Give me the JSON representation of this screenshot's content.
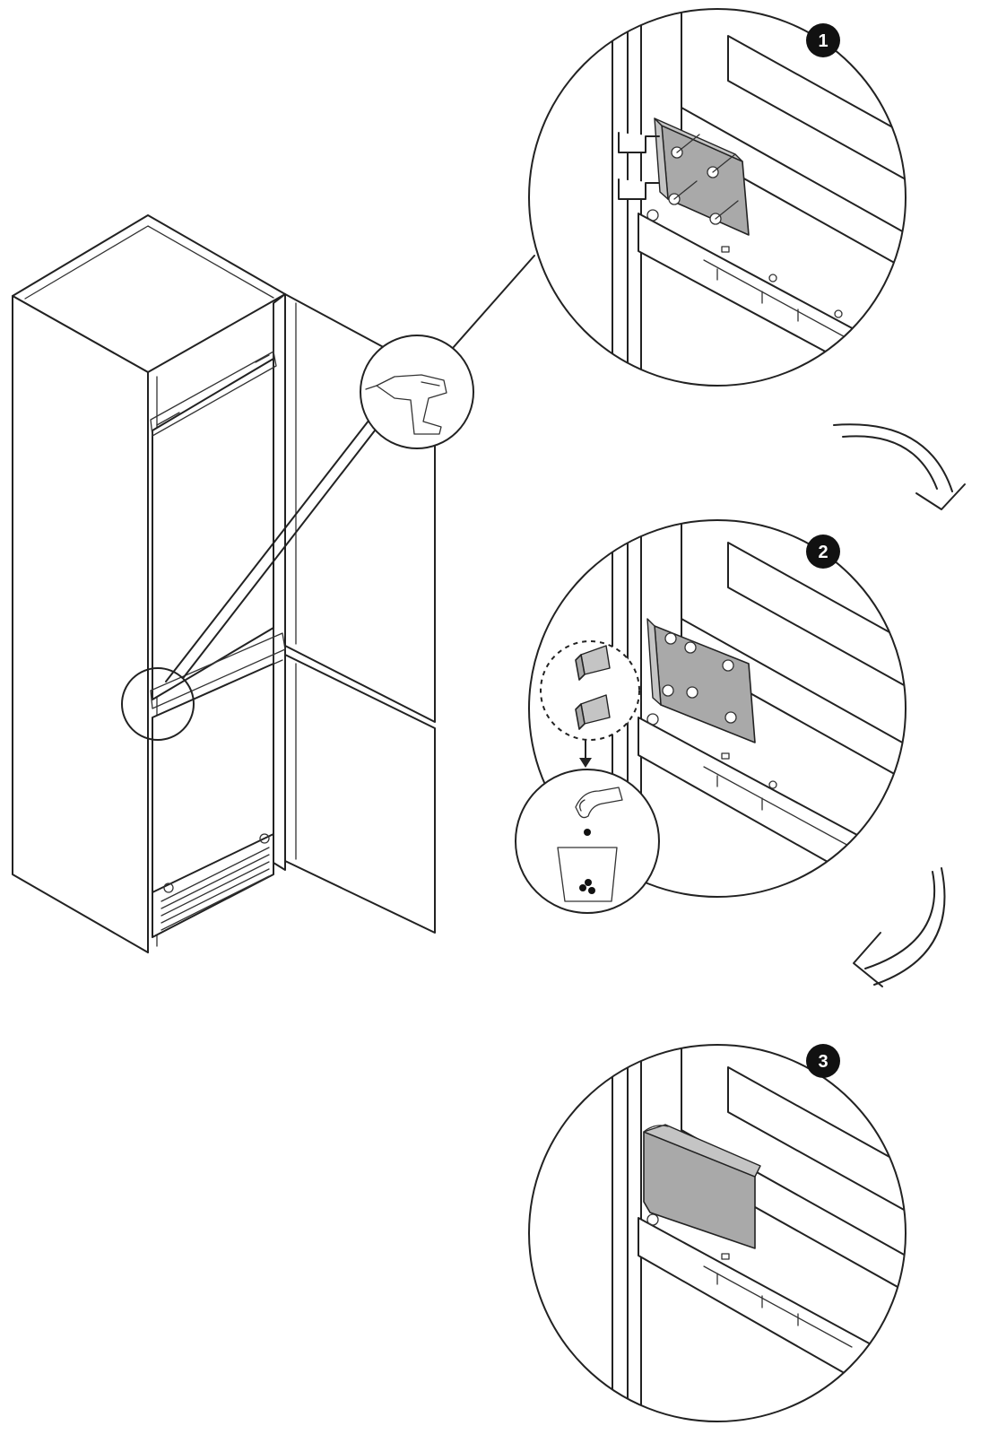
{
  "steps": [
    {
      "number": "1"
    },
    {
      "number": "2"
    },
    {
      "number": "3"
    }
  ],
  "icons": {
    "tool": "drill-icon",
    "dispose": "hand-drop-icon",
    "bin": "waste-bin-icon",
    "arrow": "curved-arrow-icon"
  },
  "colors": {
    "line": "#222222",
    "part_fill": "#a9a9a9",
    "badge": "#111111",
    "background": "#ffffff"
  }
}
